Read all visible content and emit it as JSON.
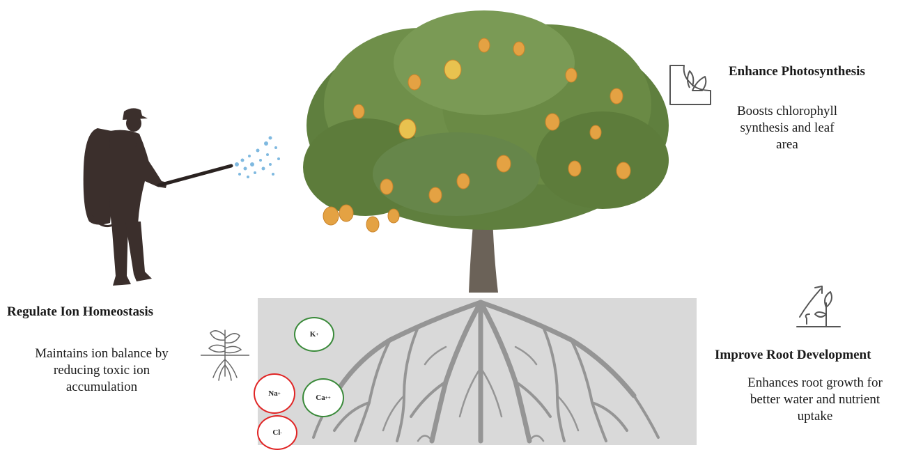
{
  "photosynthesis": {
    "title": "Enhance Photosynthesis",
    "description_lines": [
      "Boosts chlorophyll",
      "synthesis and leaf",
      "area"
    ],
    "icon": "plant-leaf-icon"
  },
  "root_development": {
    "title": "Improve Root Development",
    "description_lines": [
      "Enhances root growth for",
      "better water and nutrient",
      "uptake"
    ],
    "icon": "plant-growth-arrow-icon"
  },
  "ion_homeostasis": {
    "title": "Regulate Ion Homeostasis",
    "description_lines": [
      "Maintains ion balance by",
      "reducing toxic ion",
      "accumulation"
    ],
    "icon": "plant-with-roots-icon"
  },
  "ions": [
    {
      "label": "K",
      "charge": "+",
      "status": "beneficial"
    },
    {
      "label": "Ca",
      "charge": "++",
      "status": "beneficial"
    },
    {
      "label": "Na",
      "charge": "+",
      "status": "toxic"
    },
    {
      "label": "Cl",
      "charge": "-",
      "status": "toxic"
    }
  ],
  "colors": {
    "beneficial": "#3a8a3a",
    "toxic": "#e02424",
    "soil": "#d9d9d9",
    "silhouette": "#3b2f2c",
    "spray": "#7fb9e0"
  }
}
